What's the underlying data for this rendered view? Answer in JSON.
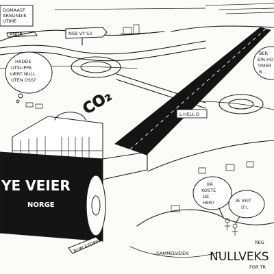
{
  "signs": {
    "top_left": [
      "DOMAAST",
      "ARNUNDIK",
      "UTIME"
    ],
    "road_sign_upper": "NSB VY S3",
    "road_sign_upper_left": "ANDR...",
    "sign_right_road": "L·HELL·D",
    "bottom_stop": "ROM STOPP",
    "gammelveien": "GAMMELVEIEN",
    "road_text_surface": "CO₂"
  },
  "roller": {
    "main_text": "YE VEIER",
    "sub_text": "NORGE"
  },
  "bubbles": {
    "left": [
      "HADDE",
      "UTSLIPPA",
      "VÆRT NULL",
      "UTEN OSS?"
    ],
    "right_edge": [
      "BER",
      "EIN HO",
      "TIMER",
      "B..."
    ],
    "ka_koste": [
      "KA",
      "KOSTE",
      "DE",
      "HER?"
    ],
    "ae_veit": [
      "Æ VEIT",
      "IT!."
    ]
  },
  "caption": {
    "small_top": "REG",
    "main": "NULLVEKS",
    "sub": "FOR TR"
  },
  "colors": {
    "ink": "#1a1a1a",
    "paper": "#fbfbf9",
    "road": "#141414"
  }
}
